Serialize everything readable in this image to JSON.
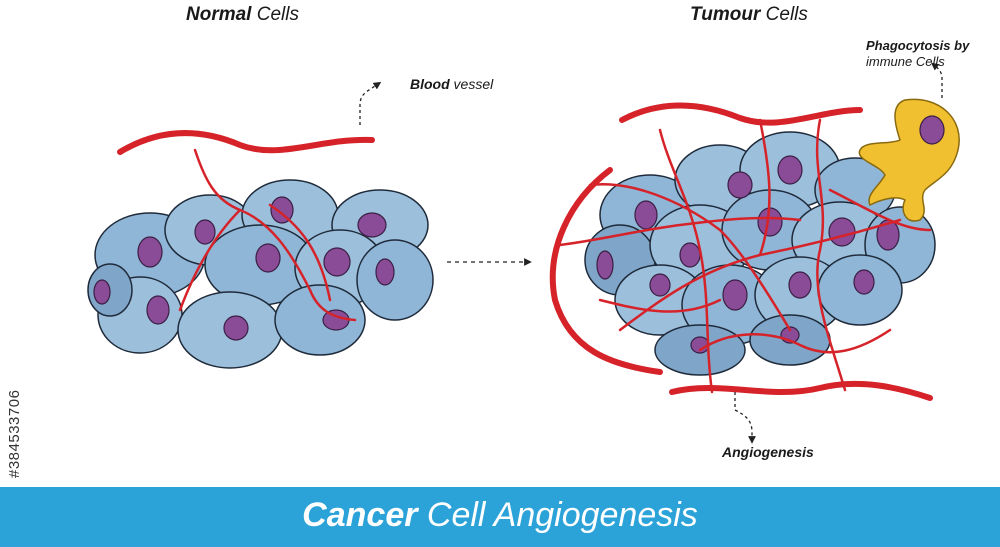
{
  "labels": {
    "normal_bold": "Normal",
    "normal_rest": " Cells",
    "tumour_bold": "Tumour",
    "tumour_rest": " Cells",
    "blood_bold": "Blood",
    "blood_rest": " vessel",
    "phago_line1": "Phagocytosis by",
    "phago_line2": "immune Cells",
    "angiogenesis": "Angiogenesis"
  },
  "watermark": "#384533706",
  "banner": {
    "title_bold": "Cancer",
    "title_rest": " Cell Angiogenesis"
  },
  "colors": {
    "banner": "#2ba3d9",
    "cell_fill": "#9cc0dc",
    "nucleus": "#8a4b97",
    "vessel": "#d6232a",
    "immune_cell": "#f0c030"
  }
}
